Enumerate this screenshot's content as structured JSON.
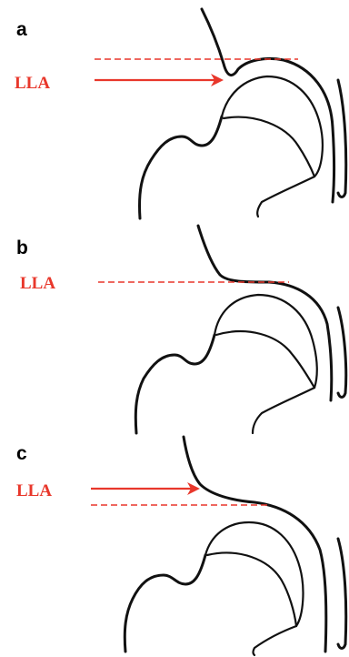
{
  "colors": {
    "annotation": "#e8372b",
    "outline": "#111111"
  },
  "panels": [
    {
      "letter": "a",
      "label": "LLA",
      "has_arrow": true
    },
    {
      "letter": "b",
      "label": "LLA",
      "has_arrow": false
    },
    {
      "letter": "c",
      "label": "LLA",
      "has_arrow": true
    }
  ]
}
